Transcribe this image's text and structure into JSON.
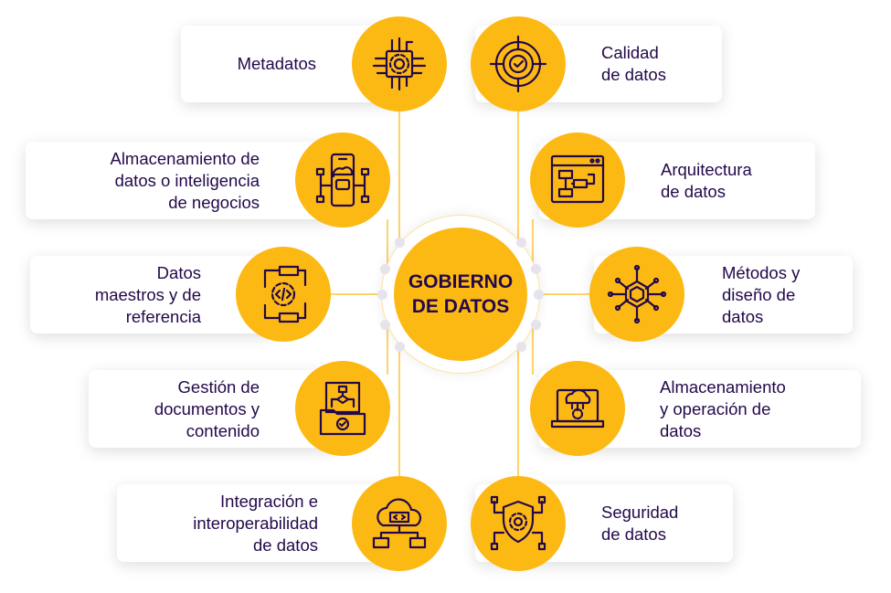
{
  "center": {
    "title": "GOBIERNO\nDE DATOS"
  },
  "colors": {
    "accent": "#fdb913",
    "text": "#23094a",
    "line": "#fdd46a"
  },
  "left": [
    {
      "label": "Metadatos",
      "icon": "chip-gear-icon"
    },
    {
      "label": "Almacenamiento de\ndatos o inteligencia\nde negocios",
      "icon": "phone-cloud-database-icon"
    },
    {
      "label": "Datos\nmaestros y de\nreferencia",
      "icon": "code-gear-flow-icon"
    },
    {
      "label": "Gestión de\ndocumentos y\ncontenido",
      "icon": "folder-flowchart-icon"
    },
    {
      "label": "Integración e\ninteroperabilidad\nde datos",
      "icon": "cloud-code-network-icon"
    }
  ],
  "right": [
    {
      "label": "Calidad\nde datos",
      "icon": "target-check-icon"
    },
    {
      "label": "Arquitectura\nde datos",
      "icon": "browser-diagram-icon"
    },
    {
      "label": "Métodos y\ndiseño de\ndatos",
      "icon": "hexagon-network-icon"
    },
    {
      "label": "Almacenamiento\ny operación de\ndatos",
      "icon": "laptop-cloud-gear-icon"
    },
    {
      "label": "Seguridad\nde datos",
      "icon": "shield-gear-icon"
    }
  ]
}
